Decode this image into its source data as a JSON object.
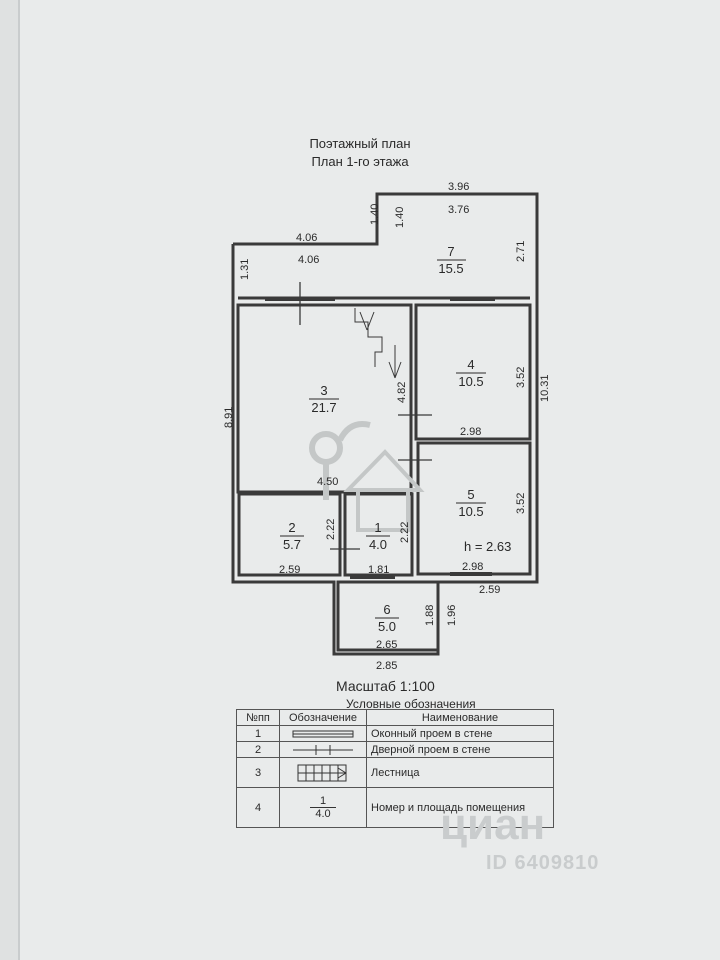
{
  "titles": {
    "line1": "Поэтажный план",
    "line2": "План 1-го этажа"
  },
  "dimensions": {
    "top_outer": "3.96",
    "top_inner": "3.76",
    "left_top_outer": "4.06",
    "left_top_inner": "4.06",
    "step_outer": "1.40",
    "step_inner": "1.40",
    "left_small": "1.31",
    "r7_right": "2.71",
    "overall_left": "8.91",
    "overall_right": "10.31",
    "r4_right": "3.52",
    "r4_bottom": "2.98",
    "r5_right": "3.52",
    "r5_bottom": "2.98",
    "r3_bottom": "4.50",
    "stair_width": "4.82",
    "r2_side": "2.22",
    "r1_side": "2.22",
    "r2_bottom": "2.59",
    "r1_bottom": "1.81",
    "right_bottom": "2.59",
    "r6_inner_side": "1.88",
    "r6_outer_side": "1.96",
    "r6_inner_bottom": "2.65",
    "r6_outer_bottom": "2.85",
    "height": "h = 2.63"
  },
  "rooms": [
    {
      "num": "7",
      "area": "15.5"
    },
    {
      "num": "3",
      "area": "21.7"
    },
    {
      "num": "4",
      "area": "10.5"
    },
    {
      "num": "5",
      "area": "10.5"
    },
    {
      "num": "2",
      "area": "5.7"
    },
    {
      "num": "1",
      "area": "4.0"
    },
    {
      "num": "6",
      "area": "5.0"
    }
  ],
  "scale": "Масштаб 1:100",
  "legend": {
    "title": "Условные обозначения",
    "headers": [
      "№пп",
      "Обозначение",
      "Наименование"
    ],
    "rows": [
      {
        "n": "1",
        "name": "Оконный проем в стене",
        "icon": "window-symbol"
      },
      {
        "n": "2",
        "name": "Дверной проем в стене",
        "icon": "door-symbol"
      },
      {
        "n": "3",
        "name": "Лестница",
        "icon": "stair-symbol"
      },
      {
        "n": "4",
        "name": "Номер и площадь помещения",
        "sample_num": "1",
        "sample_area": "4.0"
      }
    ]
  },
  "watermark": {
    "brand": "циан",
    "id": "ID 6409810"
  }
}
